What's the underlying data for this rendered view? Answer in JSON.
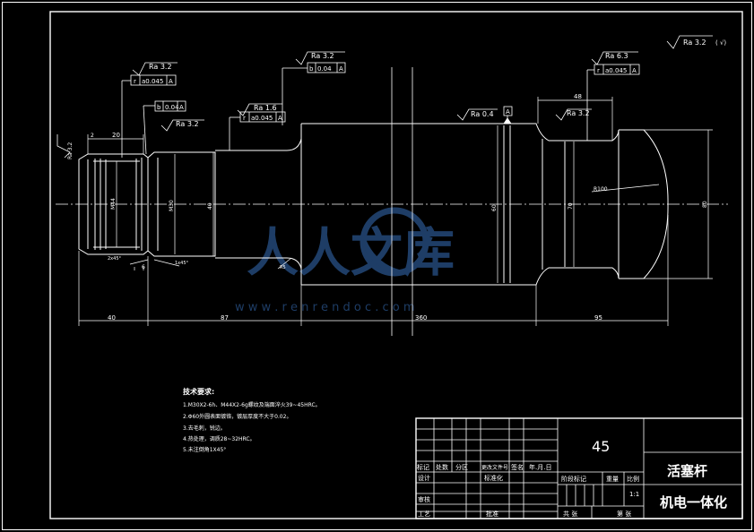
{
  "roughness": {
    "general": "Ra 3.2",
    "left_end": "Ra 3.2",
    "left_shoulder": "Ra 3.2",
    "thread_neck": "Ra 1.6",
    "rod_top": "Ra 3.2",
    "rod_body": "Ra 0.4",
    "groove_left": "Ra 3.2",
    "groove_right": "Ra 6.3",
    "left_face": "Ra 3.2"
  },
  "tolerances": {
    "left_runout_sym": "r",
    "left_runout_val": "a0.045",
    "left_runout_ref": "A",
    "left_perp_sym": "b",
    "left_perp_val": "0.04",
    "left_perp_ref": "A",
    "neck_runout_sym": "r",
    "neck_runout_val": "a0.045",
    "neck_runout_ref": "A",
    "rod_perp_sym": "b",
    "rod_perp_val": "0.04",
    "rod_perp_ref": "A",
    "right_runout_sym": "r",
    "right_runout_val": "a0.045",
    "right_runout_ref": "A",
    "datum": "A"
  },
  "dims": {
    "len_40": "40",
    "len_87": "87",
    "len_360": "360",
    "len_95": "95",
    "len_48": "48",
    "len_20": "20",
    "len_2": "2",
    "len_6": "6",
    "dia_m44": "M44",
    "dia_m30": "M30",
    "dia_40": "40",
    "dia_60": "60",
    "dia_70": "70",
    "dia_80": "80",
    "radius": "R100",
    "chamfer_left": "2x45°",
    "chamfer_right": "1x45°",
    "radius_neck": "R5"
  },
  "notes": {
    "heading": "技术要求:",
    "items": [
      "1.M30X2-6h、M44X2-6g螺纹及端面淬火39~45HRC。",
      "2.Φ60外圆表面镀铬，镀层厚度不大于0.02。",
      "3.去毛刺，锐边。",
      "4.热处理，调质28~32HRC。",
      "5.未注倒角1X45°"
    ]
  },
  "title_block": {
    "material": "45",
    "part_name": "活塞杆",
    "project": "机电一体化",
    "h_mark": "标记",
    "h_count": "处数",
    "h_zone": "分区",
    "h_doc": "更改文件号",
    "h_sign": "签名",
    "h_date": "年.月.日",
    "r_design": "设计",
    "r_std": "标准化",
    "r_review": "审核",
    "r_process": "工艺",
    "r_approve": "批准",
    "h_stage": "阶段标记",
    "h_weight": "重量",
    "h_scale": "比例",
    "scale": "1:1",
    "sheets_total": "共 张",
    "sheet_no": "第 张"
  },
  "watermark": {
    "cn": "人人文库",
    "url": "w w w . r e n r e n d o c . c o m"
  },
  "colors": {
    "background": "#000000",
    "lines": "#ffffff",
    "watermark": "#1e3d66"
  }
}
